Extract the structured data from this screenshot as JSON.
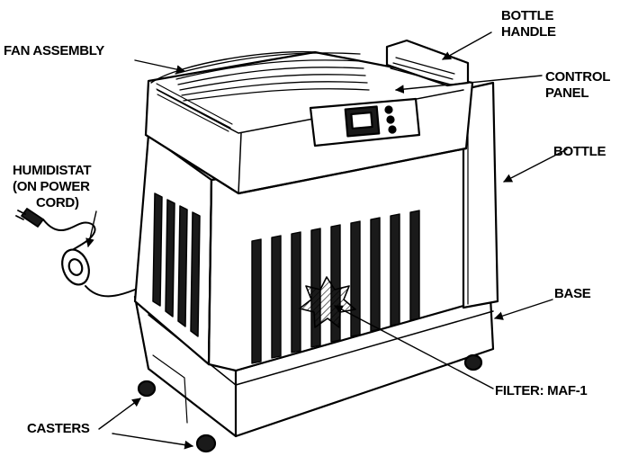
{
  "labels": {
    "fan_assembly": "FAN ASSEMBLY",
    "bottle_handle": [
      "BOTTLE",
      "HANDLE"
    ],
    "control_panel": [
      "CONTROL",
      "PANEL"
    ],
    "bottle": "BOTTLE",
    "humidistat": [
      "HUMIDISTAT",
      "(ON POWER",
      "CORD)"
    ],
    "base": "BASE",
    "filter": "FILTER: MAF-1",
    "casters": "CASTERS"
  },
  "colors": {
    "ink": "#000000",
    "paper": "#ffffff",
    "shade": "#d8d8d8",
    "dark": "#1a1a1a"
  }
}
